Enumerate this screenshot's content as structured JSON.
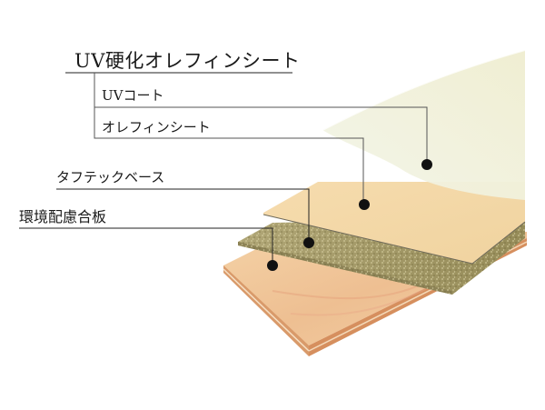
{
  "diagram": {
    "title": "UV硬化オレフィンシート",
    "layers": [
      {
        "id": "uv-coat",
        "label": "UVコート",
        "color": "#eef0dc"
      },
      {
        "id": "olefin-sheet",
        "label": "オレフィンシート",
        "color": "#f3d9a6"
      },
      {
        "id": "tough-base",
        "label": "タフテックベース",
        "color": "#a39a63"
      },
      {
        "id": "eco-plywood",
        "label": "環境配慮合板",
        "color": "#eec59a"
      }
    ],
    "colors": {
      "leader_line": "#555555",
      "marker_dot": "#111111",
      "text": "#1a1a1a"
    }
  }
}
